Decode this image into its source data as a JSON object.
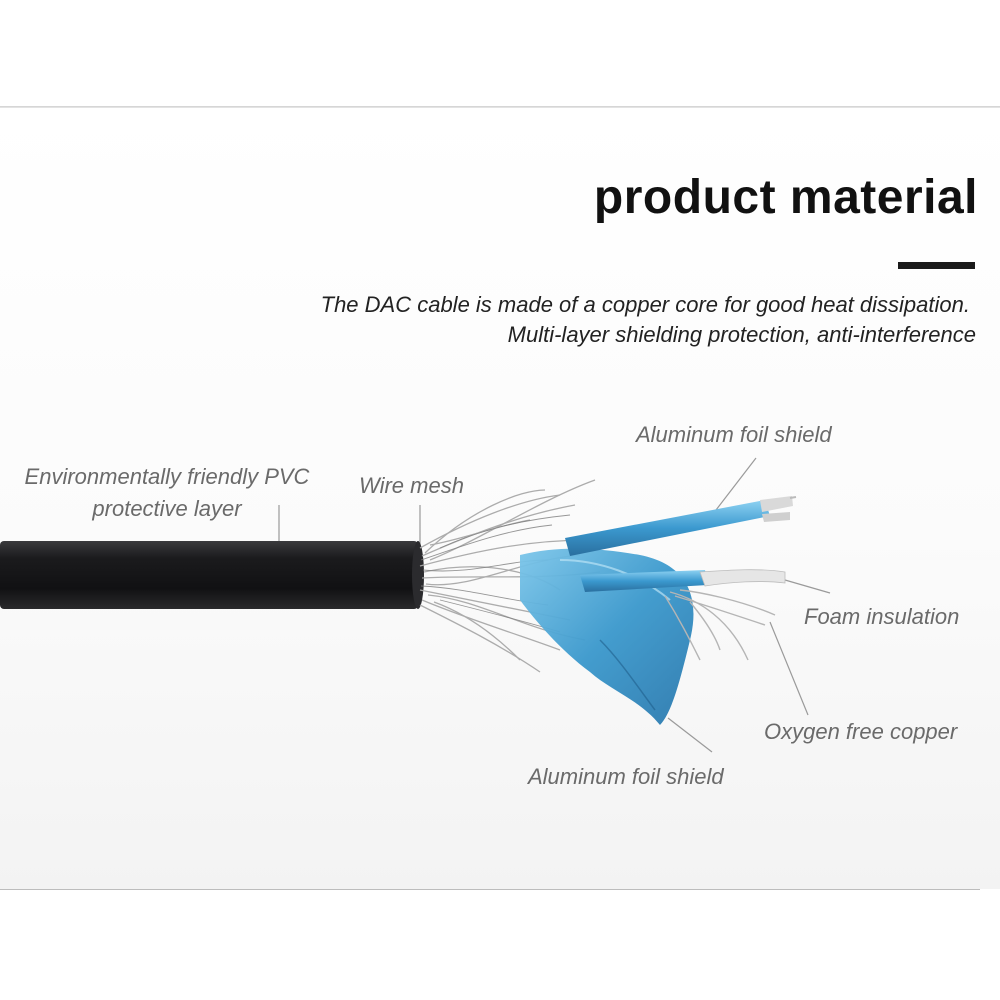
{
  "heading": {
    "title": "product material",
    "description_line_1": "The DAC cable is made of a copper core for good heat dissipation.",
    "description_line_2": "Multi-layer shielding protection, anti-interference"
  },
  "labels": {
    "pvc_line_1": "Environmentally friendly PVC",
    "pvc_line_2": "protective layer",
    "wire_mesh": "Wire mesh",
    "aluminum_foil_top": "Aluminum foil shield",
    "foam_insulation": "Foam insulation",
    "oxygen_free_copper": "Oxygen free copper",
    "aluminum_foil_bottom": "Aluminum foil shield"
  },
  "colors": {
    "cable_jacket": "#1f1f21",
    "foil": "#3f9fd0",
    "wire_mesh": "#a8a8a8",
    "copper_conductor": "#c9c9c9"
  }
}
